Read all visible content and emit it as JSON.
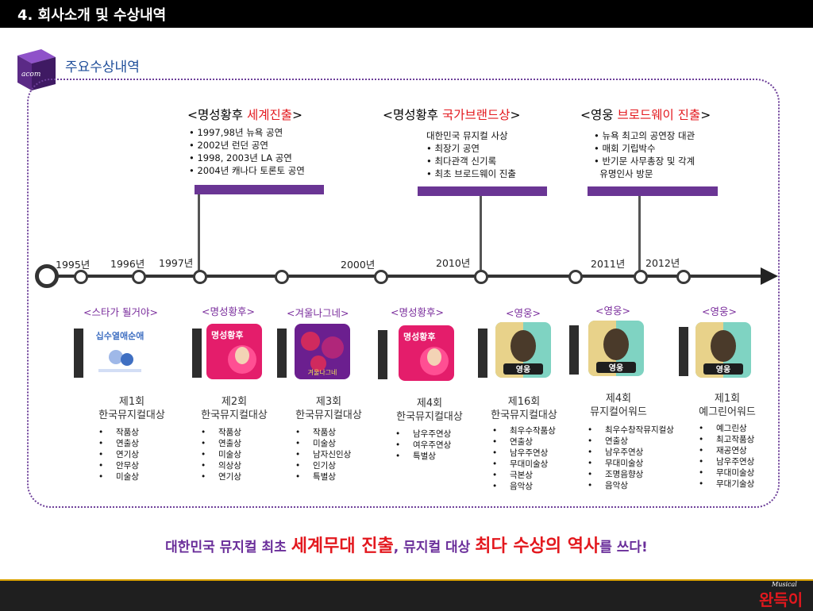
{
  "header": {
    "title": "4. 회사소개 및 수상내역"
  },
  "section": {
    "title": "주요수상내역",
    "logo_text": "acom"
  },
  "highlights": [
    {
      "open": "<명성황후 ",
      "red": "세계진출",
      "close": ">",
      "items": [
        "• 1997,98년 뉴욕 공연",
        "• 2002년 런던 공연",
        "• 1998, 2003년 LA 공연",
        "• 2004년 캐나다 토론토 공연"
      ]
    },
    {
      "open": "<명성황후 ",
      "red": "국가브랜드상",
      "close": ">",
      "items": [
        "대한민국 뮤지컬 사상",
        "• 최장기 공연",
        "• 최다관객 신기록",
        "• 최초 브로드웨이 진출"
      ]
    },
    {
      "open": "<영웅 ",
      "red": "브로드웨이 진출",
      "close": ">",
      "items": [
        "• 뉴욕 최고의 공연장 대관",
        "• 매회 기립박수",
        "• 반기문 사무총장 및 각계",
        "  유명인사 방문"
      ]
    }
  ],
  "years": [
    "1995년",
    "1996년",
    "1997년",
    "2000년",
    "2010년",
    "2011년",
    "2012년"
  ],
  "awards": [
    {
      "show": "<스타가 될거야>",
      "round": "제1회",
      "name": "한국뮤지컬대상",
      "items": [
        "작품상",
        "연출상",
        "연기상",
        "안무상",
        "미술상"
      ]
    },
    {
      "show": "<명성황후>",
      "round": "제2회",
      "name": "한국뮤지컬대상",
      "items": [
        "작품상",
        "연출상",
        "미술상",
        "의상상",
        "연기상"
      ]
    },
    {
      "show": "<겨울나그네>",
      "round": "제3회",
      "name": "한국뮤지컬대상",
      "items": [
        "작품상",
        "미술상",
        "남자신인상",
        "인기상",
        "특별상"
      ]
    },
    {
      "show": "<명성황후>",
      "round": "제4회",
      "name": "한국뮤지컬대상",
      "items": [
        "남우주연상",
        "여우주연상",
        "특별상"
      ]
    },
    {
      "show": "<영웅>",
      "round": "제16회",
      "name": "한국뮤지컬대상",
      "items": [
        "최우수작품상",
        "연출상",
        "남우주연상",
        "무대미술상",
        "극본상",
        "음악상"
      ]
    },
    {
      "show": "<영웅>",
      "round": "제4회",
      "name": "뮤지컬어워드",
      "items": [
        "최우수창작뮤지컬상",
        "연출상",
        "남우주연상",
        "무대미술상",
        "조명음향상",
        "음악상"
      ]
    },
    {
      "show": "<영웅>",
      "round": "제1회",
      "name": "예그린어워드",
      "items": [
        "예그린상",
        "최고작품상",
        "재공연상",
        "남우주연상",
        "무대미술상",
        "무대기술상"
      ]
    }
  ],
  "posters": [
    {
      "title": "십수열애순애",
      "colors": [
        "#ffffff",
        "#3f6fc2"
      ]
    },
    {
      "title": "명성황후",
      "colors": [
        "#e41d6b",
        "#ff4f93"
      ]
    },
    {
      "title": "겨울나그네",
      "colors": [
        "#6b1f8f",
        "#d02a5e"
      ]
    },
    {
      "title": "명성황후",
      "colors": [
        "#e41d6b",
        "#ff4f93"
      ]
    },
    {
      "title": "영웅",
      "colors": [
        "#7fd3c2",
        "#e8d28a"
      ]
    },
    {
      "title": "영웅",
      "colors": [
        "#7fd3c2",
        "#e8d28a"
      ]
    },
    {
      "title": "영웅",
      "colors": [
        "#7fd3c2",
        "#e8d28a"
      ]
    }
  ],
  "tagline": {
    "p1": "대한민국 뮤지컬 최초 ",
    "b1": "세계무대 진출",
    "p2": ", 뮤지컬 대상 ",
    "b2": "최다 수상의 역사",
    "p3": "를 쓰다!"
  },
  "footer": {
    "logo_top": "Musical",
    "logo_main": "완득이"
  },
  "colors": {
    "accent_purple": "#6a3594",
    "highlight_red": "#e3181e",
    "title_blue": "#1f4e9a"
  }
}
